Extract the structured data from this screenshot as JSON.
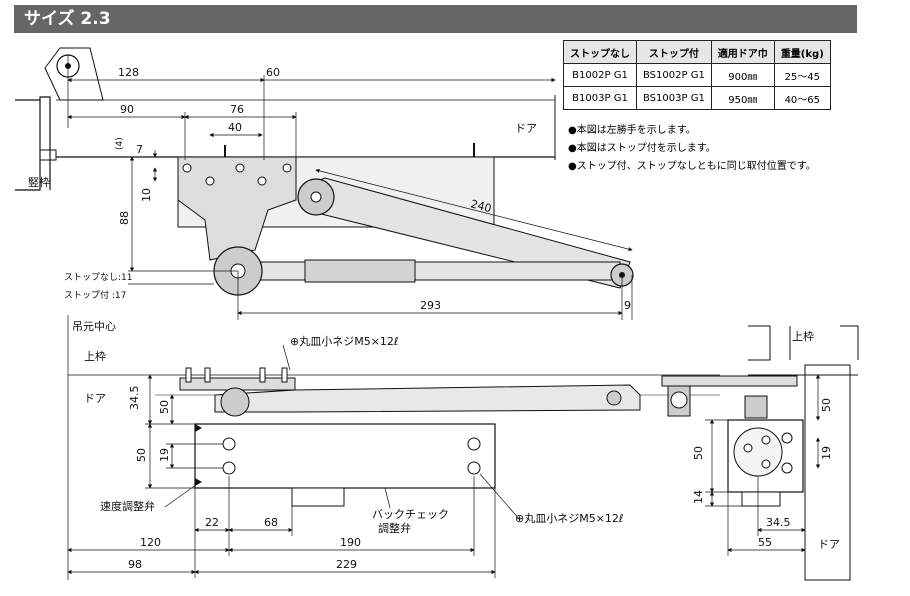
{
  "header": {
    "title": "サイズ 2.3"
  },
  "spec_table": {
    "headers": [
      "ストップなし",
      "ストップ付",
      "適用ドア巾",
      "重量(kg)"
    ],
    "rows": [
      [
        "B1002P G1",
        "BS1002P G1",
        "900㎜",
        "25〜45"
      ],
      [
        "B1003P G1",
        "BS1003P G1",
        "950㎜",
        "40〜65"
      ]
    ]
  },
  "notes": [
    "●本図は左勝手を示します。",
    "●本図はストップ付を示します。",
    "●ストップ付、ストップなしともに同じ取付位置です。"
  ],
  "top_view": {
    "dims": {
      "d128": "128",
      "d60": "60",
      "d90": "90",
      "d76": "76",
      "d40": "40",
      "d4": "(4)",
      "d7": "7",
      "d10": "10",
      "d88": "88",
      "d240": "240",
      "d293": "293",
      "d9": "9"
    },
    "labels": {
      "door": "ドア",
      "frame": "竪枠",
      "nostop": "ストップなし:11",
      "stop": "ストップ付 :17"
    }
  },
  "front_view": {
    "dims": {
      "d34_5": "34.5",
      "d50a": "50",
      "d50b": "50",
      "d19": "19",
      "d22": "22",
      "d68": "68",
      "d120": "120",
      "d190": "190",
      "d98": "98",
      "d229": "229"
    },
    "labels": {
      "pivot": "吊元中心",
      "upper": "上枠",
      "door": "ドア",
      "screw1": "⊕丸皿小ネジM5×12ℓ",
      "screw2": "⊕丸皿小ネジM5×12ℓ",
      "speed": "速度調整弁",
      "back1": "バックチェック",
      "back2": "調整弁"
    }
  },
  "side_view": {
    "dims": {
      "d50a": "50",
      "d19": "19",
      "d50b": "50",
      "d14": "14",
      "d34_5": "34.5",
      "d55": "55"
    },
    "labels": {
      "upper": "上枠",
      "door": "ドア"
    }
  }
}
